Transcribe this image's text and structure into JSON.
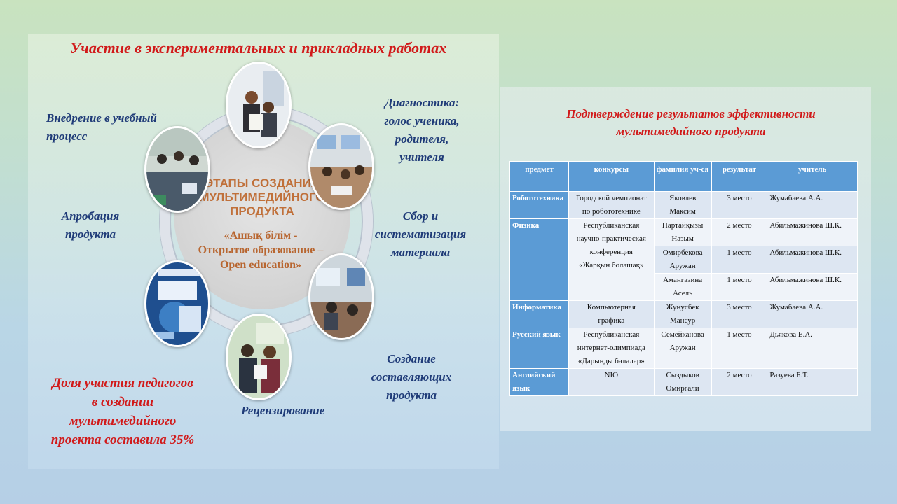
{
  "left": {
    "title": "Участие в экспериментальных и прикладных работах",
    "labels": {
      "implementation": [
        "Внедрение в учебный",
        "процесс"
      ],
      "diagnostics": [
        "Диагностика:",
        "голос ученика,",
        "родителя,",
        "учителя"
      ],
      "approbation": [
        "Апробация",
        "продукта"
      ],
      "collection": [
        "Сбор и",
        "систематизация",
        "материала"
      ],
      "creation": [
        "Создание",
        "составляющих",
        "продукта"
      ],
      "review": "Рецензирование"
    },
    "center": {
      "title": [
        "ЭТАПЫ СОЗДАНИЯ",
        "МУЛЬТИМЕДИЙНОГО",
        "ПРОДУКТА"
      ],
      "subtitle": [
        "«Ашық білім -",
        "Открытое образование –",
        "Open education»"
      ]
    },
    "note": [
      "Доля участия педагогов",
      "в создании",
      "мультимедийного",
      "проекта составила 35%"
    ]
  },
  "right": {
    "title": [
      "Подтверждение результатов эффективности",
      "мультимедийного продукта"
    ],
    "headers": [
      "предмет",
      "конкурсы",
      "фамилия уч-ся",
      "результат",
      "учитель"
    ],
    "rows": [
      {
        "subject": "Робототехника",
        "contest": [
          "Городской чемпионат",
          "по робототехнике"
        ],
        "student": [
          "Яковлев",
          "Максим"
        ],
        "result": "3 место",
        "teacher": "Жумабаева А.А."
      },
      {
        "subject": "Физика",
        "contest": [
          "Республиканская",
          "научно-практическая",
          "конференция",
          "«Жарқын болашақ»"
        ],
        "student": [
          "Нартайқызы",
          "Назым"
        ],
        "result": "2 место",
        "teacher": "Абильмажинова Ш.К."
      },
      {
        "subject": "",
        "contest": [],
        "student": [
          "Омирбекова",
          "Аружан"
        ],
        "result": "1 место",
        "teacher": "Абильмажинова Ш.К."
      },
      {
        "subject": "",
        "contest": [],
        "student": [
          "Амангазина",
          "Асель"
        ],
        "result": "1 место",
        "teacher": "Абильмажинова Ш.К."
      },
      {
        "subject": "Информатика",
        "contest": [
          "Компьютерная",
          "графика"
        ],
        "student": [
          "Жунусбек",
          "Мансур"
        ],
        "result": "3 место",
        "teacher": "Жумабаева А.А."
      },
      {
        "subject": "Русский язык",
        "contest": [
          "Республиканская",
          "интернет-олимпиада",
          "«Дарынды балалар»"
        ],
        "student": [
          "Семейканова",
          "Аружан"
        ],
        "result": "1 место",
        "teacher": "Дьякова Е.А."
      },
      {
        "subject": "Английский язык",
        "contest": [
          "NIO"
        ],
        "student": [
          "Сыздыков",
          "Омиргали"
        ],
        "result": "2 место",
        "teacher": "Разуева Б.Т."
      }
    ]
  },
  "colors": {
    "title_red": "#d11a1a",
    "label_blue": "#1f3b78",
    "center_orange": "#c0703a",
    "table_header": "#5b9bd5"
  }
}
